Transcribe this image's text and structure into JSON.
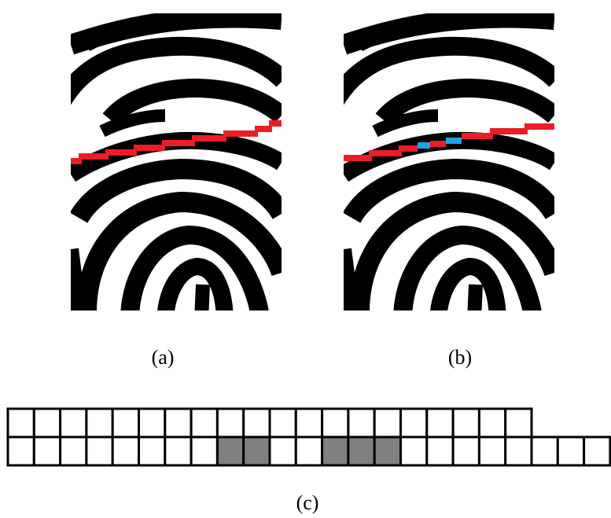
{
  "figure": {
    "captions": {
      "a": "(a)",
      "b": "(b)",
      "c": "(c)"
    },
    "colors": {
      "ridge": "#000000",
      "valley": "#ffffff",
      "scan_line": "#ee1c24",
      "highlight": "#1fa3e6",
      "filled_cell": "#808080"
    },
    "panel_c": {
      "top_row_cells": 20,
      "bottom_row_cells": 23,
      "bottom_row_filled_indices": [
        8,
        9,
        12,
        13,
        14
      ]
    }
  }
}
